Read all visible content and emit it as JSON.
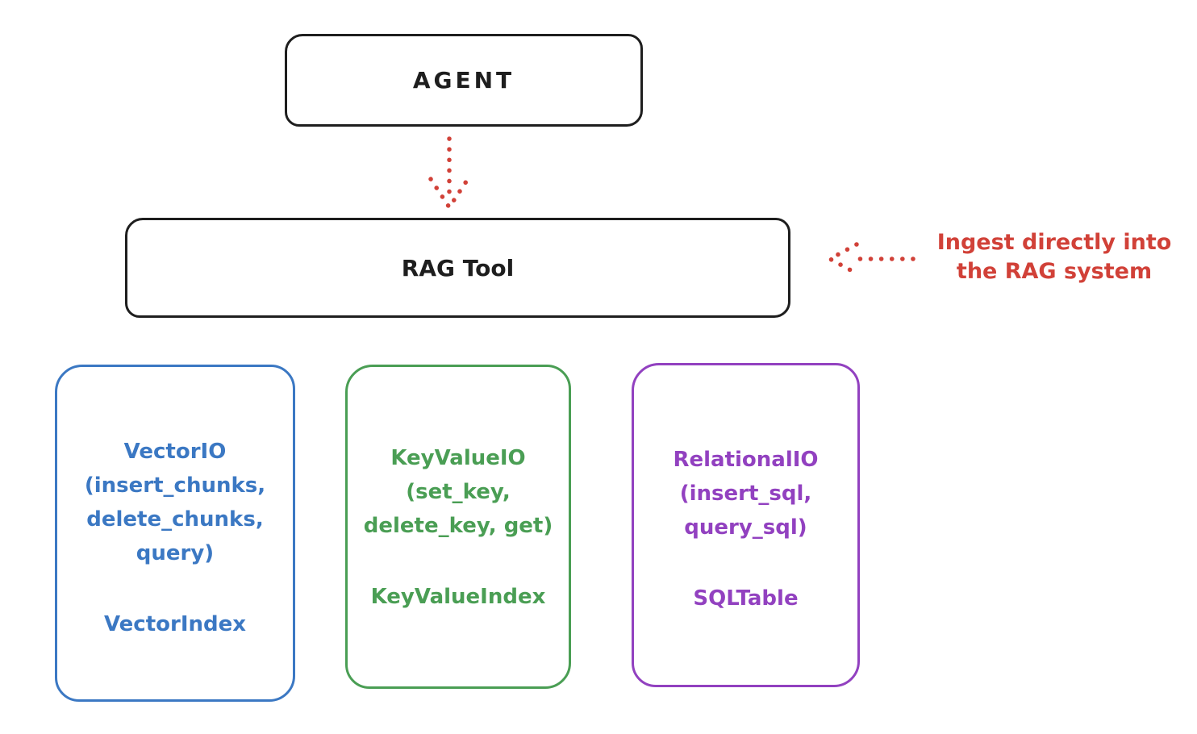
{
  "diagram": {
    "agent_box": {
      "label": "AGENT"
    },
    "rag_box": {
      "label": "RAG Tool"
    },
    "annotation": {
      "line1": "Ingest directly into",
      "line2": "the RAG system"
    },
    "io_boxes": [
      {
        "title_lines": [
          "VectorIO",
          "(insert_chunks,",
          "delete_chunks,",
          "query)"
        ],
        "index_label": "VectorIndex",
        "color": "#3b78c3"
      },
      {
        "title_lines": [
          "KeyValueIO",
          "(set_key,",
          "delete_key, get)"
        ],
        "index_label": "KeyValueIndex",
        "color": "#4a9e54"
      },
      {
        "title_lines": [
          "RelationalIO",
          "(insert_sql,",
          "query_sql)"
        ],
        "index_label": "SQLTable",
        "color": "#9241c0"
      }
    ],
    "colors": {
      "stroke": "#1e1e1e",
      "arrow_red": "#d14138",
      "background": "#ffffff"
    }
  }
}
